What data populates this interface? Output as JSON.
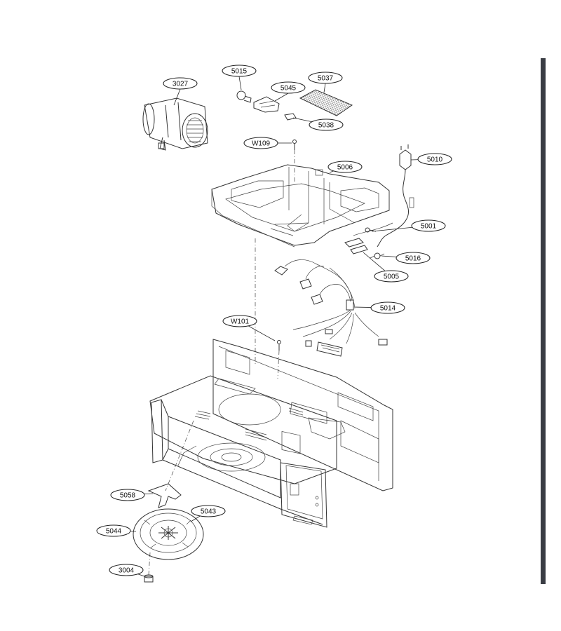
{
  "diagram": {
    "part_labels": {
      "p3027": "3027",
      "p5015": "5015",
      "p5037": "5037",
      "p5045": "5045",
      "p5038": "5038",
      "pW109": "W109",
      "p5006": "5006",
      "p5010": "5010",
      "p5001": "5001",
      "p5016": "5016",
      "p5005": "5005",
      "p5014": "5014",
      "pW101": "W101",
      "p5058": "5058",
      "p5043": "5043",
      "p5044": "5044",
      "p3004": "3004"
    },
    "colors": {
      "line": "#333333",
      "background": "#ffffff",
      "right_bar": "#3a3d44"
    }
  }
}
